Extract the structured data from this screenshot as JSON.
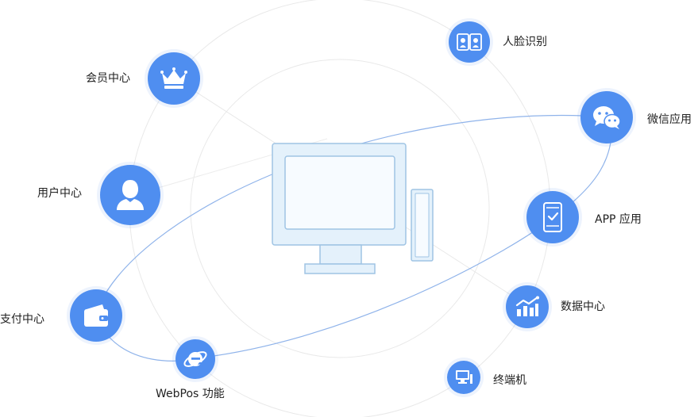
{
  "colors": {
    "accent": "#4f8ef0",
    "ring": "#e6e6e6",
    "orbit": "#8fb3ea",
    "monitor_fill": "#e4f1fb",
    "monitor_stroke": "#9fc4e4",
    "text": "#222222"
  },
  "center": {
    "icon": "desktop-computer-icon"
  },
  "features": [
    {
      "key": "member",
      "label": "会员中心",
      "icon": "crown-icon"
    },
    {
      "key": "face",
      "label": "人脸识别",
      "icon": "face-id-card-icon"
    },
    {
      "key": "wechat",
      "label": "微信应用",
      "icon": "wechat-icon"
    },
    {
      "key": "user",
      "label": "用户中心",
      "icon": "user-icon"
    },
    {
      "key": "app",
      "label": "APP 应用",
      "icon": "mobile-app-icon"
    },
    {
      "key": "payment",
      "label": "支付中心",
      "icon": "wallet-icon"
    },
    {
      "key": "data",
      "label": "数据中心",
      "icon": "chart-icon"
    },
    {
      "key": "webpos",
      "label": "WebPos 功能",
      "icon": "browser-e-icon"
    },
    {
      "key": "terminal",
      "label": "终端机",
      "icon": "terminal-icon"
    }
  ]
}
